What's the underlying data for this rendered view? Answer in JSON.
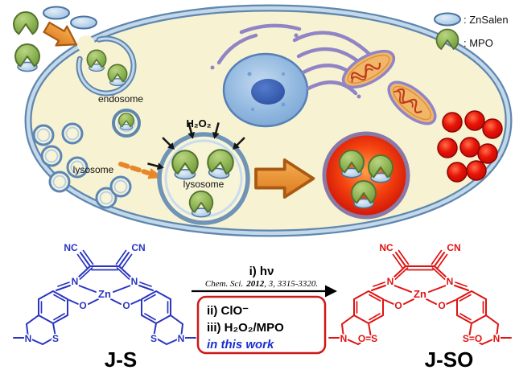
{
  "legend": {
    "znsalen_label": ": ZnSalen",
    "mpo_label": ": MPO"
  },
  "cell": {
    "endosome_label": "endosome",
    "lysosome_label": "lysosome",
    "h2o2_label": "H₂O₂"
  },
  "reaction": {
    "step_i": "i) hν",
    "citation_journal": "Chem. Sci.",
    "citation_year": "2012",
    "citation_rest": ", 3, 3315-3320.",
    "step_ii": "ii) ClO⁻",
    "step_iii": "iii) H₂O₂/MPO",
    "note": "in this work"
  },
  "molecules": {
    "js_label": "J-S",
    "jso_label": "J-SO",
    "atoms": {
      "nc": "NC",
      "cn": "CN",
      "n": "N",
      "zn": "Zn",
      "o": "O",
      "s": "S",
      "so_left": "O=S",
      "so_right": "S=O"
    }
  },
  "colors": {
    "cell_fill": "#f7f3d2",
    "membrane_blue": "#5f87ae",
    "mpo_green": "#86ae4e",
    "znsalen_blue": "#a9c9e4",
    "arrow_orange": "#e8872a",
    "js_blue": "#2a35c0",
    "jso_red": "#e01212",
    "note_blue": "#1a2fd0",
    "box_red": "#d01818",
    "glow_red": "#e81408"
  }
}
